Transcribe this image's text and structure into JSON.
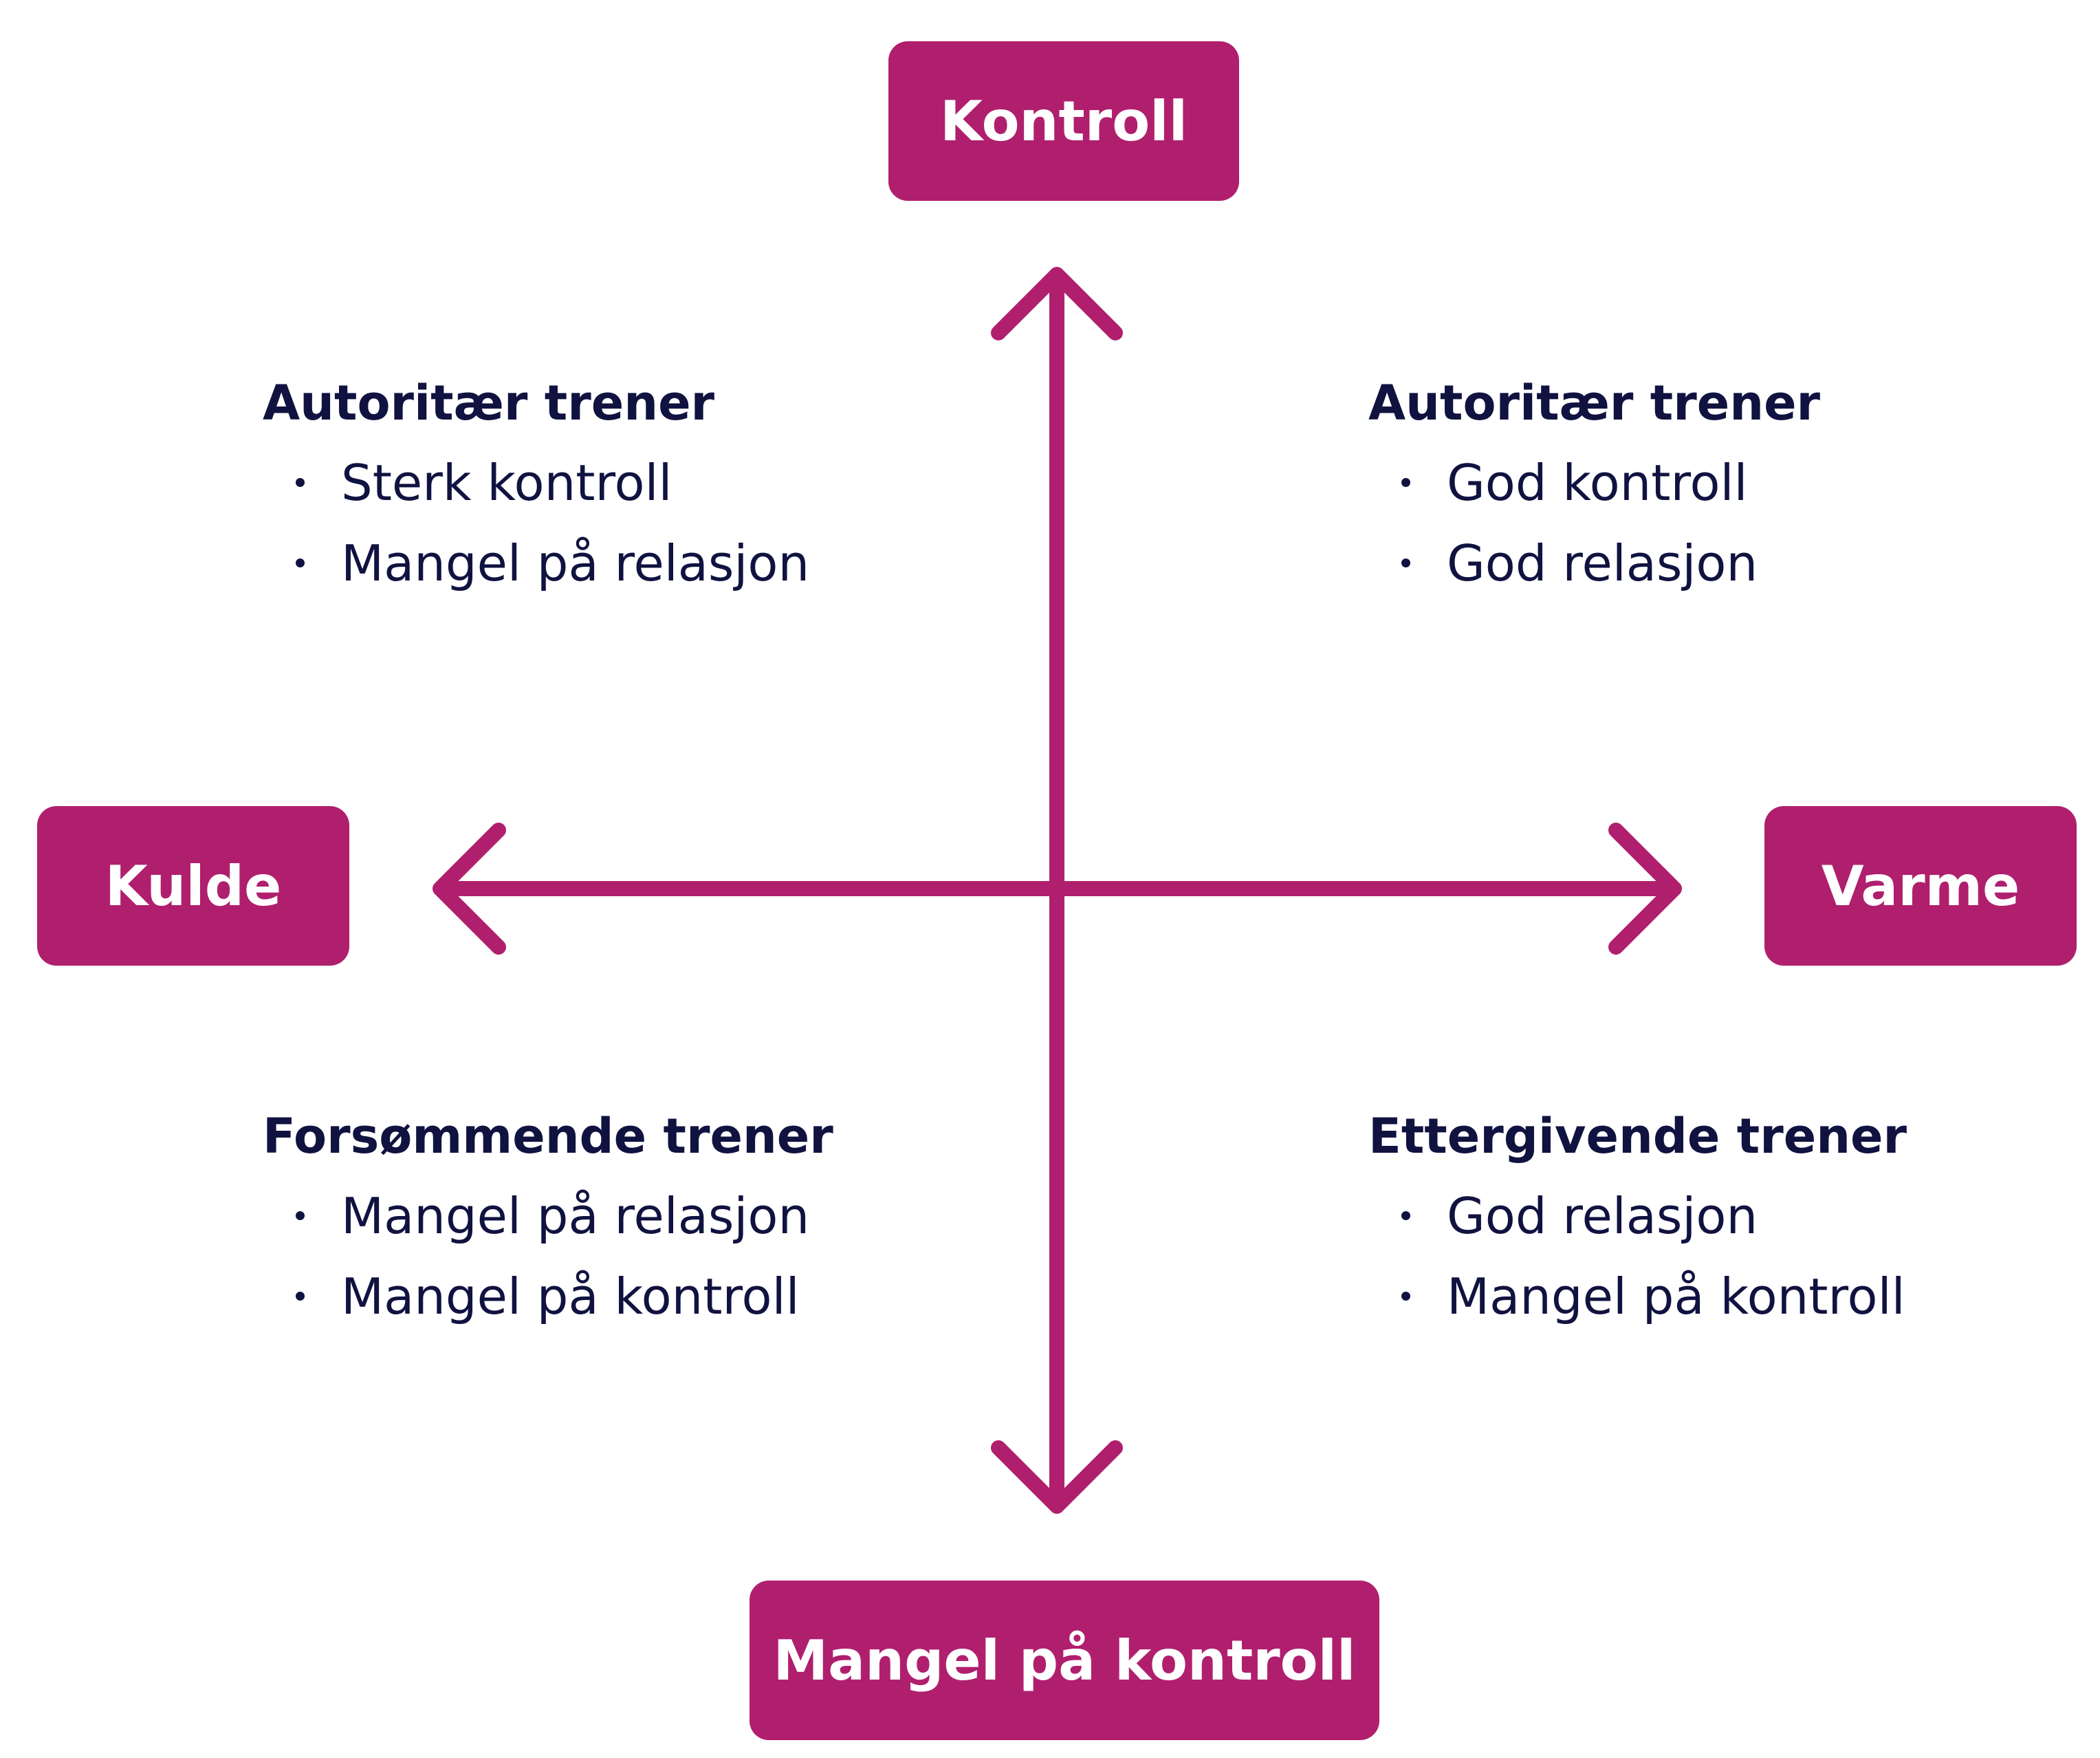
{
  "colors": {
    "accent": "#b01f6e",
    "text": "#101340",
    "background": "#ffffff"
  },
  "poles": {
    "top": "Kontroll",
    "left": "Kulde",
    "right": "Varme",
    "bottom": "Mangel på kontroll"
  },
  "quadrants": {
    "top_left": {
      "title": "Autoritær trener",
      "items": [
        "Sterk kontroll",
        "Mangel på relasjon"
      ]
    },
    "top_right": {
      "title": "Autoritær trener",
      "items": [
        "God kontroll",
        "God relasjon"
      ]
    },
    "bottom_left": {
      "title": "Forsømmende trener",
      "items": [
        "Mangel på relasjon",
        "Mangel på kontroll"
      ]
    },
    "bottom_right": {
      "title": "Ettergivende trener",
      "items": [
        "God relasjon",
        "Mangel på kontroll"
      ]
    }
  }
}
